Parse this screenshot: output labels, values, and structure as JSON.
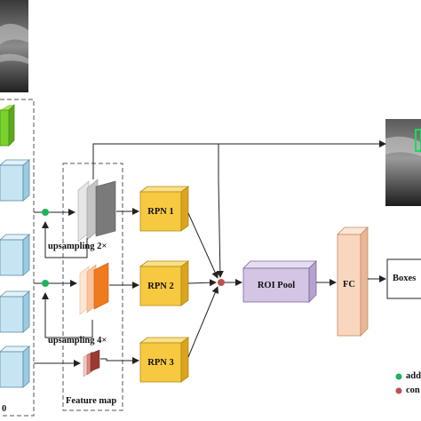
{
  "diagram": {
    "rpn_labels": [
      "RPN 1",
      "RPN 2",
      "RPN 3"
    ],
    "roi_pool_label": "ROI Pool",
    "fc_label": "FC",
    "output_label": "Boxes",
    "upsampling_labels": [
      "upsampling 2×",
      "upsampling 4×"
    ],
    "feature_map_label": "Feature map",
    "bottom_left_text": "0",
    "legend": [
      {
        "label": "add",
        "color": "#1db35a"
      },
      {
        "label": "con",
        "color": "#c0504d"
      }
    ]
  },
  "colors": {
    "rpn_front": "#f7c940",
    "rpn_top": "#fbe08a",
    "rpn_side": "#d9a520",
    "backbone_front": "#c6e4f2",
    "backbone_top": "#e2f2fa",
    "backbone_side": "#9ccbe0",
    "green_block": "#7ad12e",
    "roi_front": "#d3c5e3",
    "roi_top": "#e6ddf0",
    "roi_side": "#b5a3cf",
    "fc_front": "#f9d7bf",
    "fc_top": "#fce7d7",
    "fc_side": "#e9b795",
    "add_dot": "#1db35a",
    "concat_dot": "#c0504d"
  }
}
